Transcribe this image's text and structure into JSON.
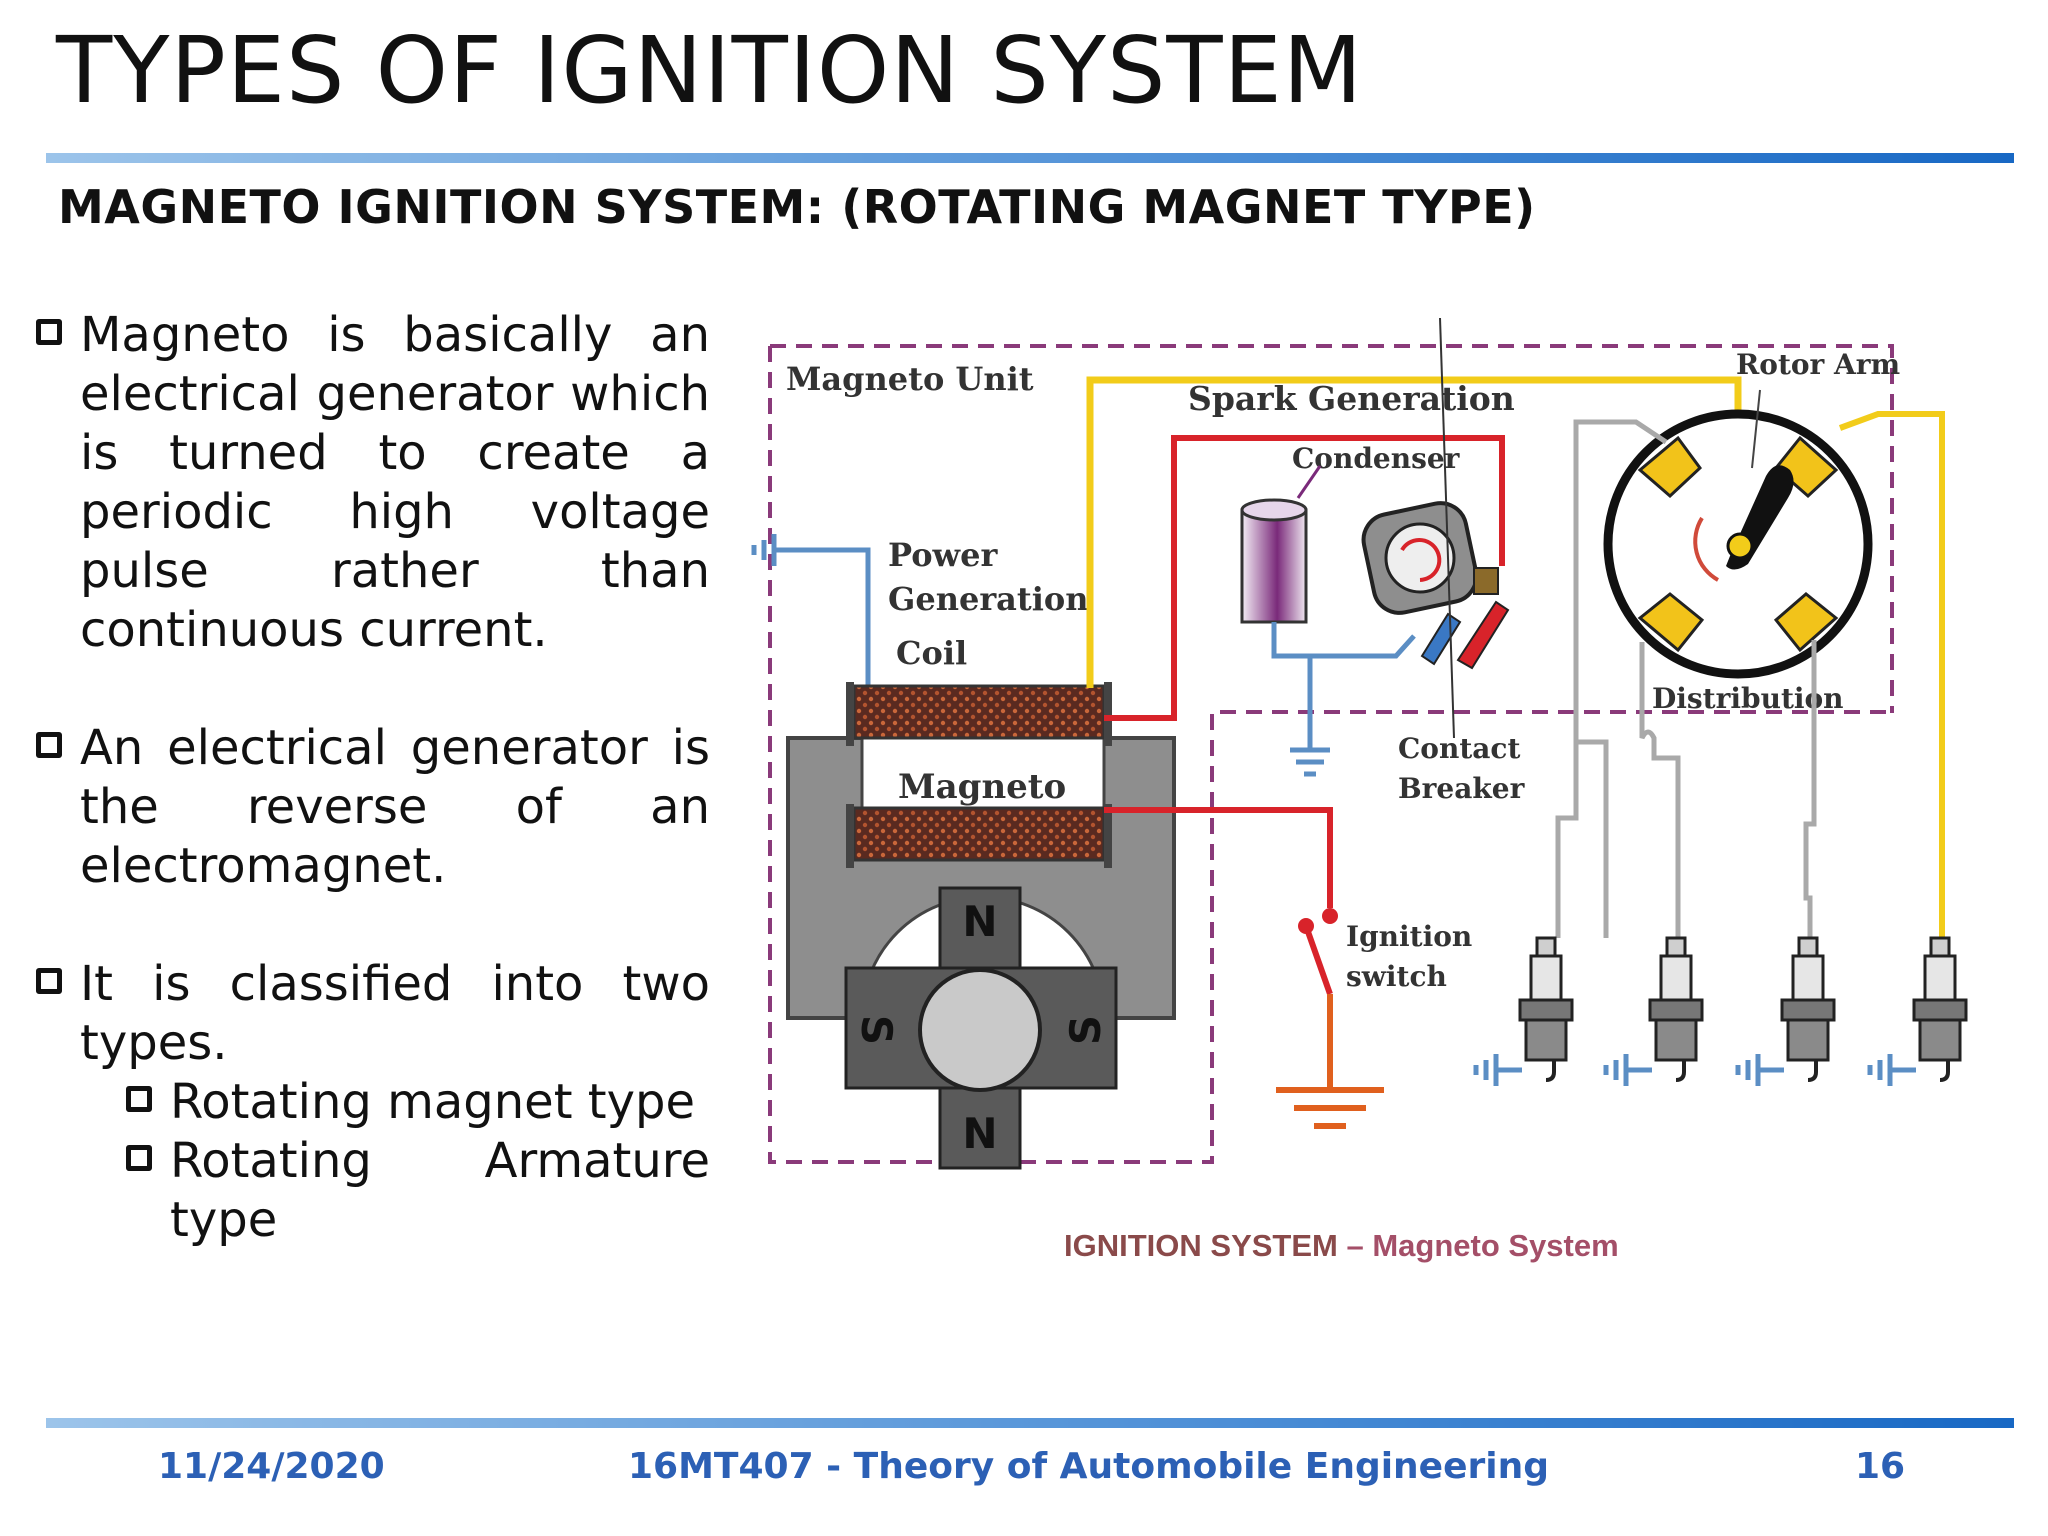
{
  "slide": {
    "title": "TYPES OF IGNITION SYSTEM",
    "subtitle": "MAGNETO IGNITION SYSTEM: (ROTATING MAGNET TYPE)",
    "bullets": [
      "Magneto is basically an electrical generator which is turned to create a periodic high voltage pulse rather than continuous current.",
      "An electrical generator is the reverse of an electromagnet.",
      "It is classified into two types."
    ],
    "sub_bullets": [
      "Rotating magnet type",
      "Rotating Armature type"
    ]
  },
  "diagram": {
    "labels": {
      "magneto_unit": "Magneto Unit",
      "spark_generation": "Spark Generation",
      "condenser": "Condenser",
      "rotor_arm": "Rotor Arm",
      "power": "Power",
      "generation": "Generation",
      "coil": "Coil",
      "magneto": "Magneto",
      "contact": "Contact",
      "breaker": "Breaker",
      "distribution": "Distribution",
      "ignition": "Ignition",
      "switch": "switch",
      "pole_n": "N",
      "pole_s": "S"
    },
    "caption_part1": "IGNITION SYSTEM",
    "caption_part2": " – Magneto System"
  },
  "footer": {
    "date": "11/24/2020",
    "course": "16MT407 - Theory of Automobile Engineering",
    "page": "16"
  },
  "colors": {
    "rule": "#1868c4",
    "footer_text": "#2c60b5",
    "wire_yellow": "#f2cc1a",
    "wire_red": "#d8232a",
    "wire_blue": "#5b8ec4",
    "wire_gray": "#a9a9a9",
    "dashed_border": "#8a3a7a",
    "ground_orange": "#e0601e"
  }
}
